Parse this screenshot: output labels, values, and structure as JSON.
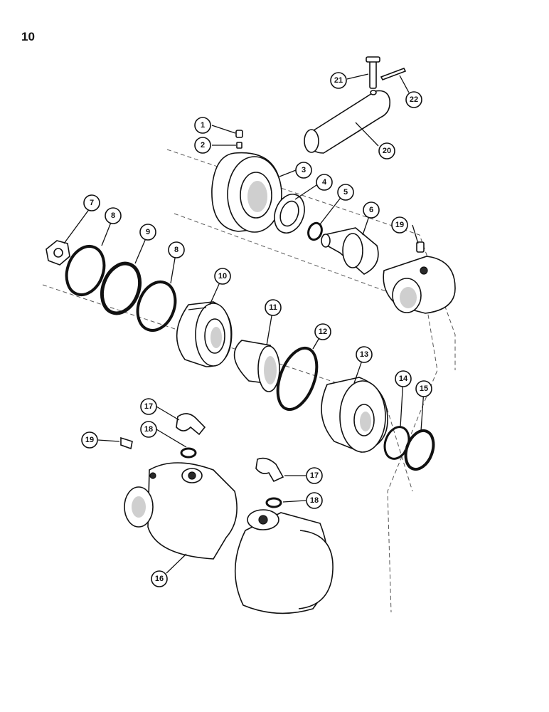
{
  "page": {
    "number": "10"
  },
  "callouts": [
    {
      "id": "1",
      "label": "1"
    },
    {
      "id": "2",
      "label": "2"
    },
    {
      "id": "3",
      "label": "3"
    },
    {
      "id": "4",
      "label": "4"
    },
    {
      "id": "5",
      "label": "5"
    },
    {
      "id": "6",
      "label": "6"
    },
    {
      "id": "7",
      "label": "7"
    },
    {
      "id": "8a",
      "label": "8"
    },
    {
      "id": "9",
      "label": "9"
    },
    {
      "id": "8b",
      "label": "8"
    },
    {
      "id": "10",
      "label": "10"
    },
    {
      "id": "11",
      "label": "11"
    },
    {
      "id": "12",
      "label": "12"
    },
    {
      "id": "13",
      "label": "13"
    },
    {
      "id": "14",
      "label": "14"
    },
    {
      "id": "15",
      "label": "15"
    },
    {
      "id": "16",
      "label": "16"
    },
    {
      "id": "17a",
      "label": "17"
    },
    {
      "id": "17b",
      "label": "17"
    },
    {
      "id": "18a",
      "label": "18"
    },
    {
      "id": "18b",
      "label": "18"
    },
    {
      "id": "19a",
      "label": "19"
    },
    {
      "id": "19b",
      "label": "19"
    },
    {
      "id": "20",
      "label": "20"
    },
    {
      "id": "21",
      "label": "21"
    },
    {
      "id": "22",
      "label": "22"
    }
  ]
}
